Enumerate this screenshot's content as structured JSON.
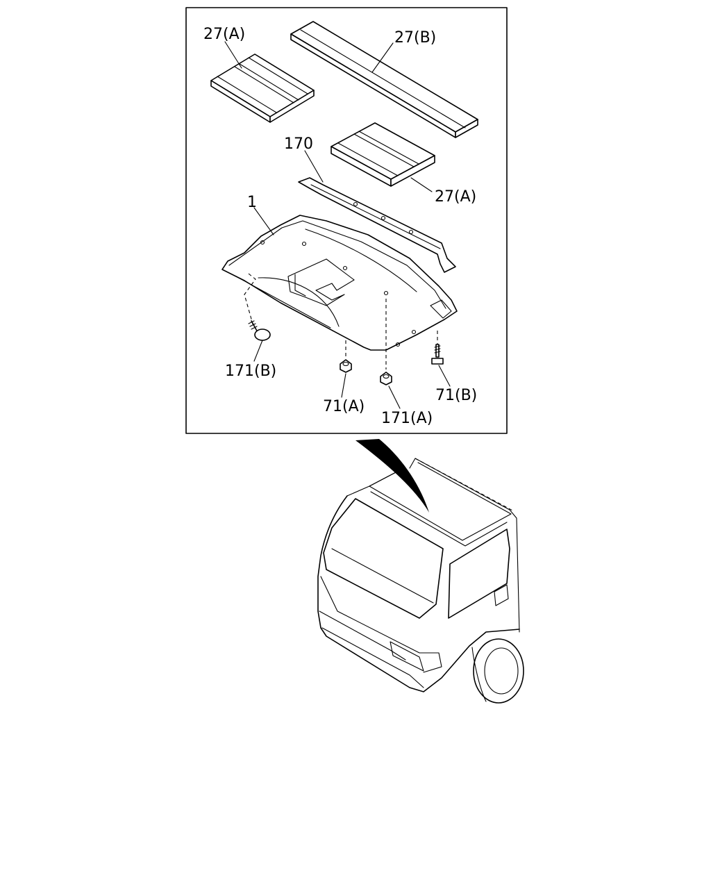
{
  "labels": {
    "insulator_front": "27(A)",
    "insulator_long": "27(B)",
    "insulator_rear": "27(A)",
    "bracket": "170",
    "headlining": "1",
    "clip_left": "171(B)",
    "nut_center": "71(A)",
    "clip_right": "171(A)",
    "screw_right": "71(B)"
  },
  "colors": {
    "line": "#000000",
    "background": "#ffffff"
  }
}
